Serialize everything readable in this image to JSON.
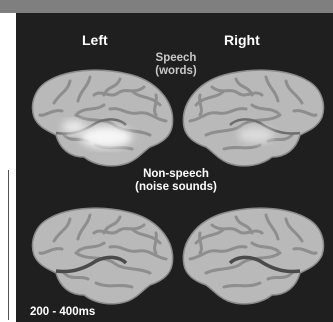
{
  "hemispheres": {
    "left": "Left",
    "right": "Right"
  },
  "conditions": {
    "speech": {
      "line1": "Speech",
      "line2": "(words)"
    },
    "nonspeech": {
      "line1": "Non-speech",
      "line2": "(noise sounds)"
    }
  },
  "time_window": "200 - 400ms",
  "colors": {
    "background": "#1f1f1f",
    "cortex": "#b8b8b8",
    "activation": "#f4f4f4"
  },
  "icons": [
    "brain-left-hemisphere",
    "brain-right-hemisphere"
  ]
}
